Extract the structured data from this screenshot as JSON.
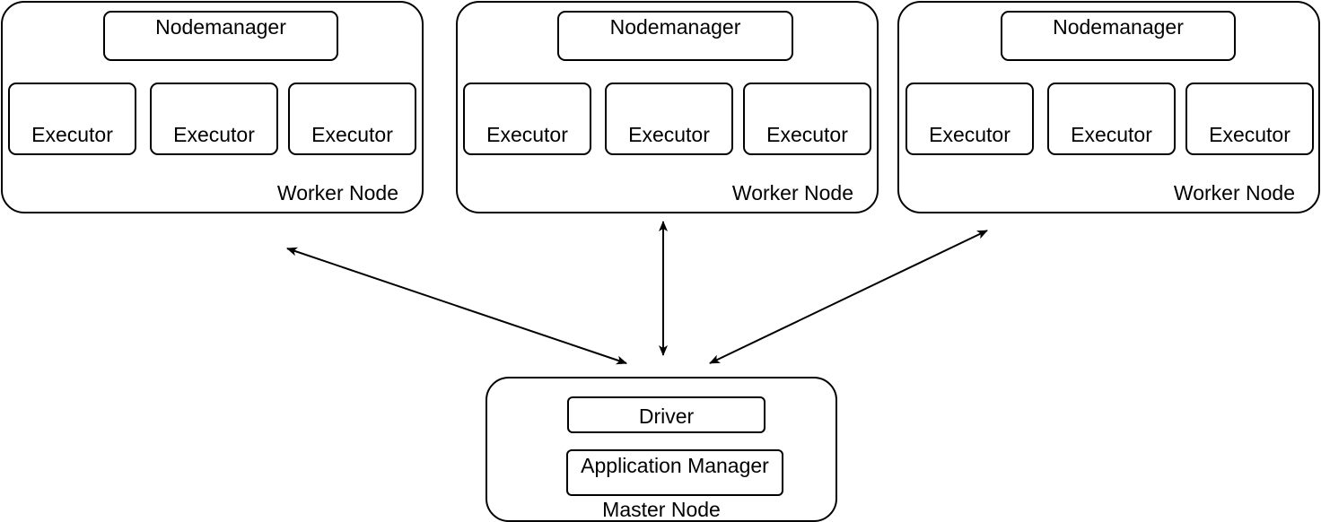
{
  "workers": [
    {
      "node_label": "Worker Node",
      "nodemanager": "Nodemanager",
      "executors": [
        "Executor",
        "Executor",
        "Executor"
      ]
    },
    {
      "node_label": "Worker Node",
      "nodemanager": "Nodemanager",
      "executors": [
        "Executor",
        "Executor",
        "Executor"
      ]
    },
    {
      "node_label": "Worker Node",
      "nodemanager": "Nodemanager",
      "executors": [
        "Executor",
        "Executor",
        "Executor"
      ]
    }
  ],
  "master": {
    "node_label": "Master Node",
    "driver": "Driver",
    "application_manager": "Application Manager"
  },
  "colors": {
    "stroke": "#000000",
    "background": "#ffffff"
  }
}
